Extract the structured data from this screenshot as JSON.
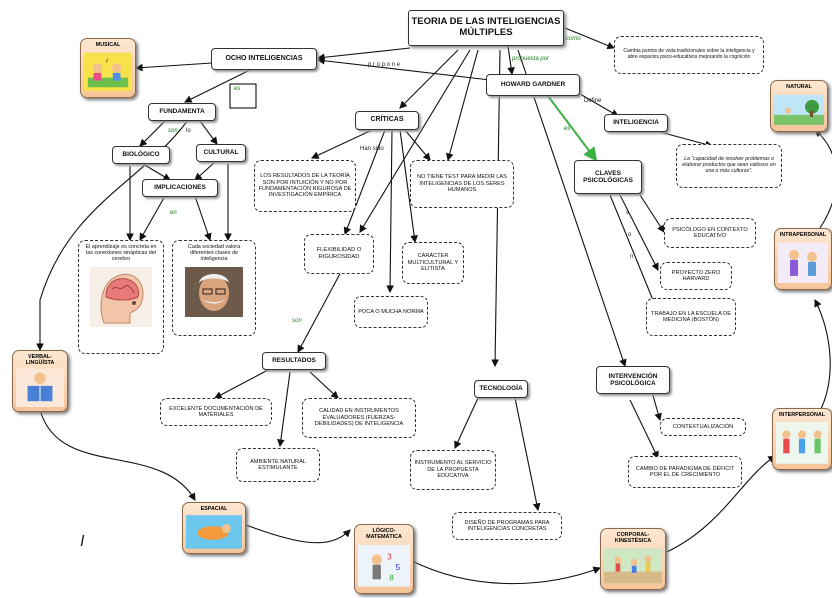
{
  "title": "TEORIA DE LAS INTELIGENCIAS MÚLTIPLES",
  "nodes": {
    "ocho": "OCHO INTELIGENCIAS",
    "howard": "HOWARD GARDNER",
    "cambio": "Cambia puntos de vista tradicionales sobre la inteligencia y abre espacios psico-educativos mejorando la cognición",
    "fundamenta": "FUNDAMENTA",
    "biologico": "BIOLÓGICO",
    "cultural": "CULTURAL",
    "implicaciones": "IMPLICACIONES",
    "aprendizaje": "El aprendizaje es concreta en las conexiones sinápticas del cerebro",
    "sociedad": "Cada sociedad valora diferentes clases de inteligencia",
    "criticas": "CRÍTICAS",
    "resultados_teoria": "LOS RESULTADOS DE LA TEORÍA SON POR INTUICIÓN Y NO POR FUNDAMENTACIÓN RIGUROSA DE INVESTIGACIÓN EMPÍRICA",
    "no_tiene_test": "NO TIENE TEST PARA MEDIR LAS INTELIGENCIAS DE LOS SERES HUMANOS",
    "flexibilidad": "FLEXIBILIDAD O RIGUROSIDAD",
    "caracter": "CARÁCTER MULTICULTURAL Y ELITISTA",
    "poca_norma": "POCA O MUCHA NORMA",
    "resultados": "RESULTADOS",
    "excelente": "EXCELENTE DOCUMENTACIÓN DE MATERIALES",
    "calidad": "CALIDAD EN INSTRUMENTOS EVALUADORES (FUERZAS-DEBILIDADES) DE INTELIGENCIA",
    "ambiente": "AMBIENTE NATURAL ESTIMULANTE",
    "tecnologia": "TECNOLOGÍA",
    "instrumento": "INSTRUMENTO AL SERVICIO DE LA PROPUESTA EDUCATIVA",
    "diseno": "DISEÑO DE PROGRAMAS PARA INTELIGENCIAS CONCRETAS",
    "inteligencia": "INTELIGENCIA",
    "capacidad": "La \"capacidad de resolver problemas o elaborar productos que sean valiosos en una o más culturas\".",
    "claves": "CLAVES PSICOLÓGICAS",
    "psicologo": "PSICÓLOGO EN CONTEXTO EDUCATIVO",
    "proyecto": "PROYECTO ZERO HARVARD",
    "trabajo": "TRABAJO EN LA ESCUELA DE MEDICINA (BOSTÓN)",
    "intervencion": "INTERVENCIÓN PSICOLÓGICA",
    "contextualizacion": "CONTEXTUALIZACIÓN",
    "cambio_paradigma": "CAMBIO DE PARADIGMA DE DÉFICIT POR EL DE CRECIMIENTO"
  },
  "cards": {
    "musical": "MUSICAL",
    "verbal": "VERBAL-LINGÜÍSTA",
    "espacial": "ESPACIAL",
    "logico": "LÓGICO-MATEMÁTICA",
    "corporal": "CORPORAL-KINESTÉSICA",
    "natural": "NATURAL",
    "intrapersonal": "INTRAPERSONAL",
    "interpersonal": "INTERPERSONAL"
  },
  "labels": {
    "propuesta_por": "propuesta por",
    "propone": "p r o p o n e",
    "define": "Define",
    "como": "como",
    "es": "es",
    "lo": "lo",
    "han_sido": "Han    sido",
    "son": "son",
    "en": "en",
    "son2": "son",
    "stray": "I",
    "sus1": "s",
    "sus2": "o",
    "sus3": "n"
  },
  "colors": {
    "green_arrow": "#3cb043",
    "card_top": "#fde7d2",
    "card_bottom": "#f6c49a"
  }
}
